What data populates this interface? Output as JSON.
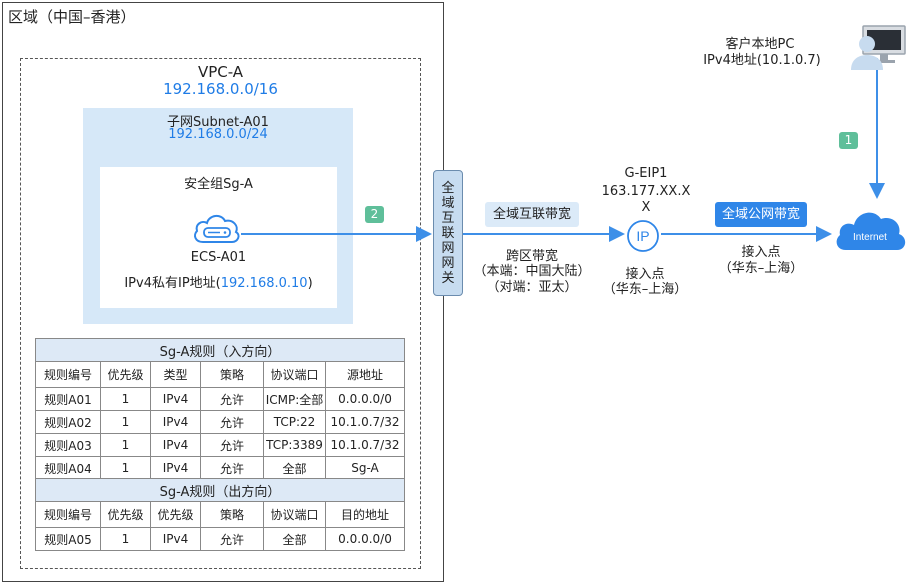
{
  "region": {
    "title": "区域（中国–香港）"
  },
  "vpc": {
    "name": "VPC-A",
    "cidr": "192.168.0.0/16"
  },
  "subnet": {
    "name": "子网Subnet-A01",
    "cidr": "192.168.0.0/24"
  },
  "security_group": {
    "name": "安全组Sg-A"
  },
  "ecs": {
    "name": "ECS-A01",
    "ip_prefix": "IPv4私有IP地址(",
    "ip": "192.168.0.10",
    "ip_suffix": ")"
  },
  "gateway": {
    "chars": [
      "全",
      "域",
      "互",
      "联",
      "网",
      "网",
      "关"
    ]
  },
  "steps": {
    "one": "1",
    "two": "2"
  },
  "link_left": {
    "tag": "全域互联带宽",
    "line1": "跨区带宽",
    "line2": "（本端：中国大陆）",
    "line3": "（对端：亚太）"
  },
  "eip": {
    "name": "G-EIP1",
    "address_line1": "163.177.XX.X",
    "address_line2": "X",
    "icon_text": "IP",
    "access_label": "接入点",
    "access_region": "（华东–上海）"
  },
  "link_right": {
    "tag": "全域公网带宽",
    "access_label": "接入点",
    "access_region": "（华东–上海）"
  },
  "internet": {
    "label": "Internet"
  },
  "client": {
    "name": "客户本地PC",
    "ip": "IPv4地址(10.1.0.7)"
  },
  "inbound": {
    "title": "Sg-A规则（入方向）",
    "headers": [
      "规则编号",
      "优先级",
      "类型",
      "策略",
      "协议端口",
      "源地址"
    ],
    "rows": [
      [
        "规则A01",
        "1",
        "IPv4",
        "允许",
        "ICMP:全部",
        "0.0.0.0/0"
      ],
      [
        "规则A02",
        "1",
        "IPv4",
        "允许",
        "TCP:22",
        "10.1.0.7/32"
      ],
      [
        "规则A03",
        "1",
        "IPv4",
        "允许",
        "TCP:3389",
        "10.1.0.7/32"
      ],
      [
        "规则A04",
        "1",
        "IPv4",
        "允许",
        "全部",
        "Sg-A"
      ]
    ]
  },
  "outbound": {
    "title": "Sg-A规则（出方向）",
    "headers": [
      "规则编号",
      "优先级",
      "优先级",
      "策略",
      "协议端口",
      "目的地址"
    ],
    "rows": [
      [
        "规则A05",
        "1",
        "IPv4",
        "允许",
        "全部",
        "0.0.0.0/0"
      ]
    ]
  },
  "colors": {
    "accent": "#1f7ce6",
    "line": "#3d8fe8",
    "step": "#5fbf9a",
    "subnet_bg": "#d6e8f8"
  }
}
